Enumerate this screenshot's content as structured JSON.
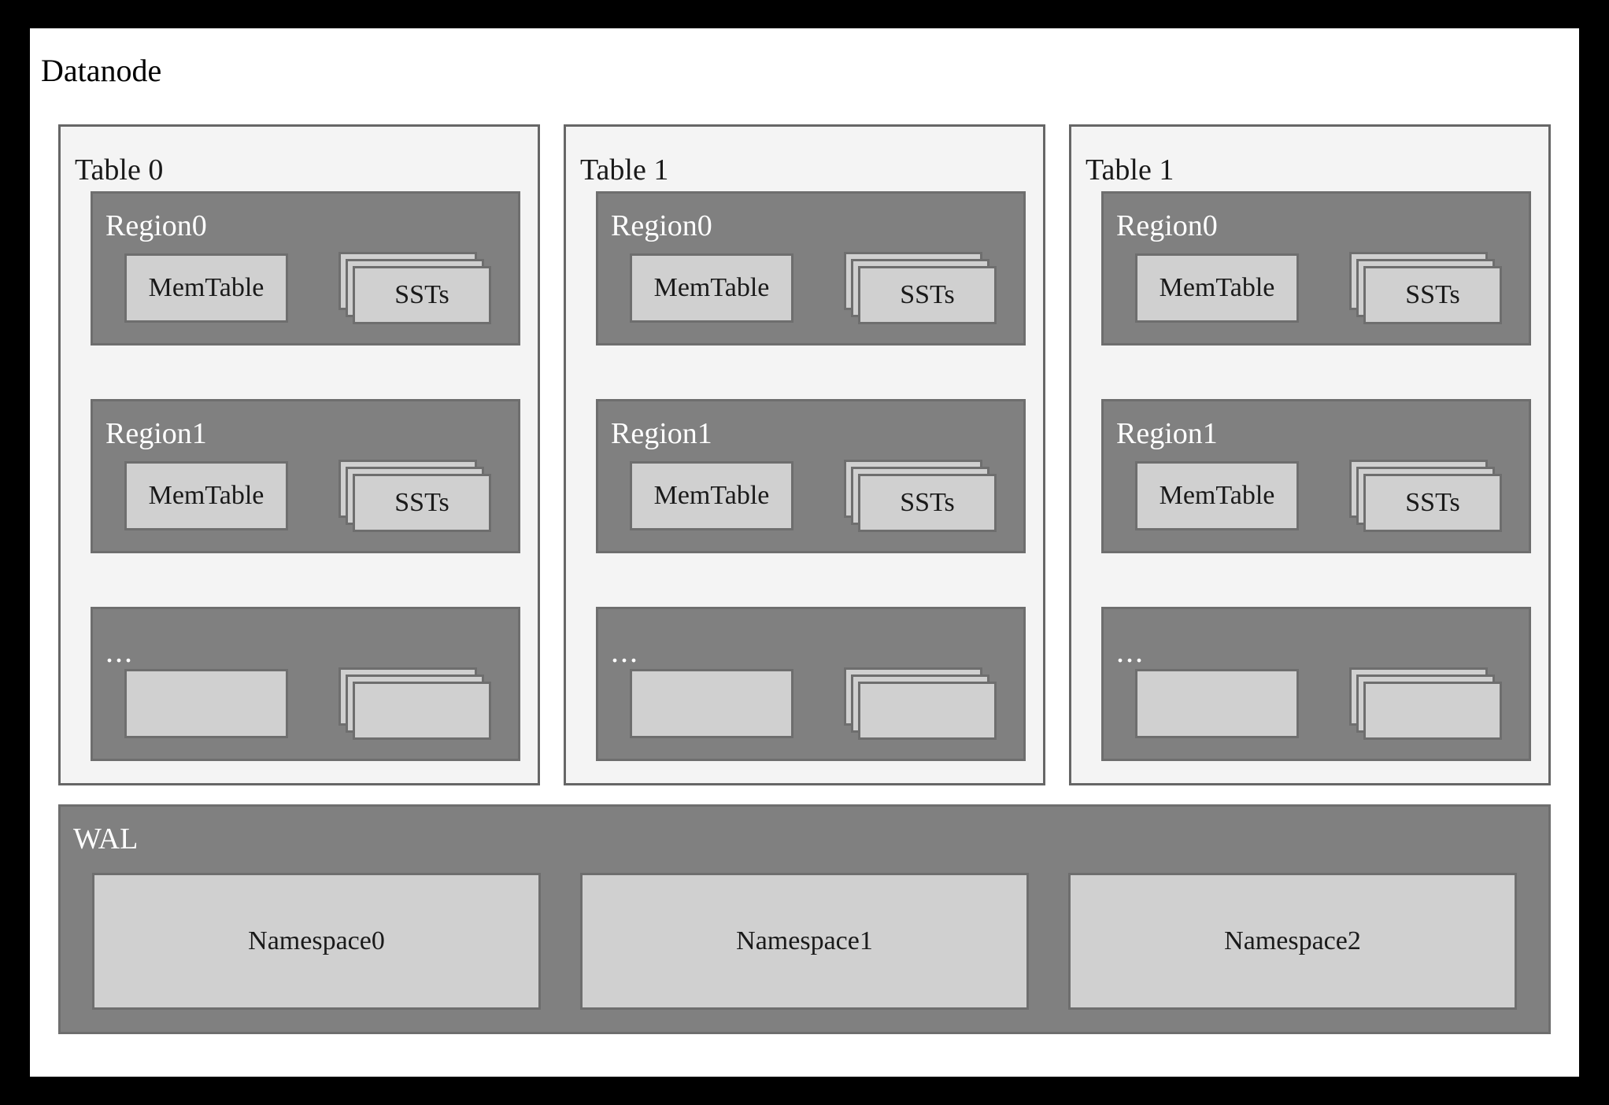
{
  "title": "Datanode",
  "colors": {
    "frame": "#000000",
    "canvas": "#ffffff",
    "panel_bg": "#f4f4f4",
    "panel_border": "#666666",
    "region_bg": "#808080",
    "region_border": "#6e6e6e",
    "box_bg": "#d0d0d0",
    "box_border": "#6e6e6e",
    "label_light": "#ffffff",
    "label_dark": "#1a1a1a"
  },
  "tables": [
    {
      "label": "Table 0",
      "regions": [
        {
          "label": "Region0",
          "memtable": "MemTable",
          "sst": "SSTs"
        },
        {
          "label": "Region1",
          "memtable": "MemTable",
          "sst": "SSTs"
        },
        {
          "label": "...",
          "memtable": "",
          "sst": ""
        }
      ]
    },
    {
      "label": "Table 1",
      "regions": [
        {
          "label": "Region0",
          "memtable": "MemTable",
          "sst": "SSTs"
        },
        {
          "label": "Region1",
          "memtable": "MemTable",
          "sst": "SSTs"
        },
        {
          "label": "...",
          "memtable": "",
          "sst": ""
        }
      ]
    },
    {
      "label": "Table 1",
      "regions": [
        {
          "label": "Region0",
          "memtable": "MemTable",
          "sst": "SSTs"
        },
        {
          "label": "Region1",
          "memtable": "MemTable",
          "sst": "SSTs"
        },
        {
          "label": "...",
          "memtable": "",
          "sst": ""
        }
      ]
    }
  ],
  "wal": {
    "label": "WAL",
    "namespaces": [
      "Namespace0",
      "Namespace1",
      "Namespace2"
    ]
  }
}
